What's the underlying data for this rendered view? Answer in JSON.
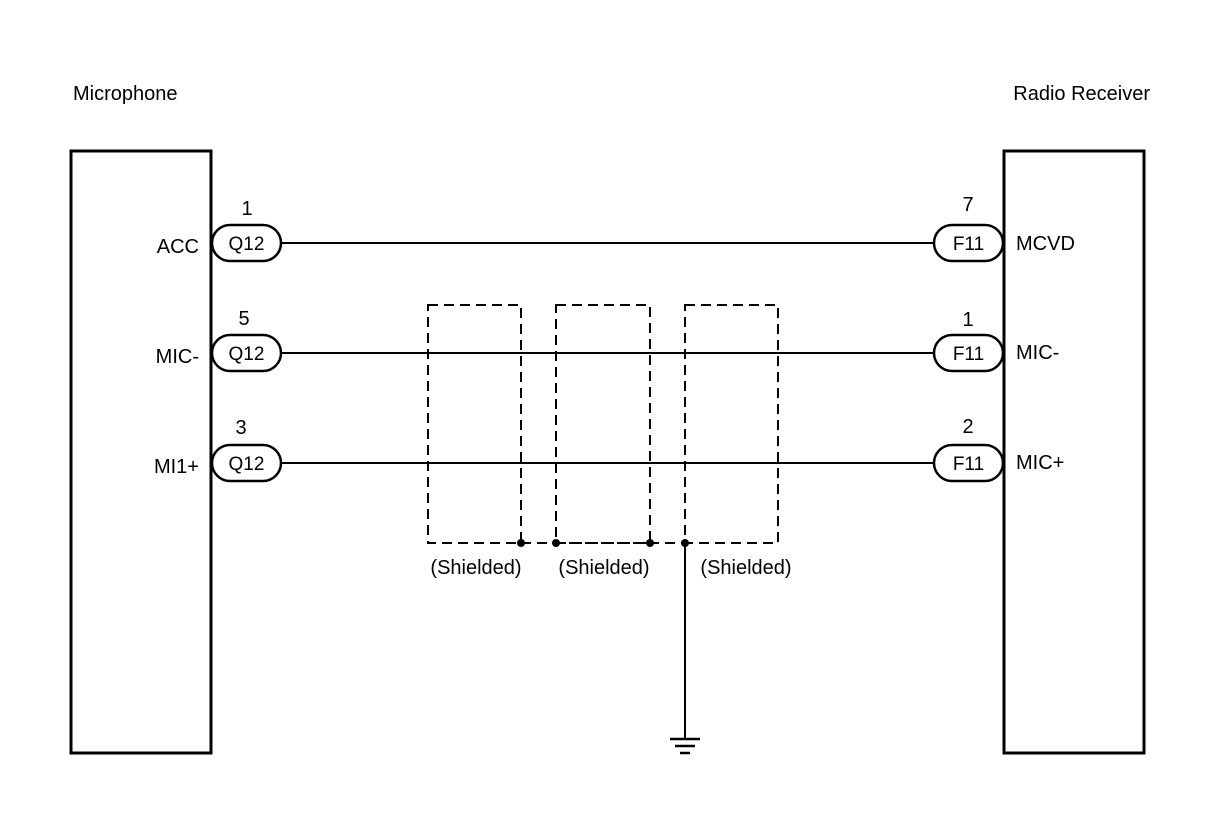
{
  "components": {
    "left": {
      "title": "Microphone",
      "pins": [
        {
          "signal": "ACC",
          "connector": "Q12",
          "pin": "1"
        },
        {
          "signal": "MIC-",
          "connector": "Q12",
          "pin": "5"
        },
        {
          "signal": "MI1+",
          "connector": "Q12",
          "pin": "3"
        }
      ]
    },
    "right": {
      "title": "Radio Receiver",
      "pins": [
        {
          "signal": "MCVD",
          "connector": "F11",
          "pin": "7"
        },
        {
          "signal": "MIC-",
          "connector": "F11",
          "pin": "1"
        },
        {
          "signal": "MIC+",
          "connector": "F11",
          "pin": "2"
        }
      ]
    }
  },
  "shields": [
    {
      "label": "(Shielded)"
    },
    {
      "label": "(Shielded)"
    },
    {
      "label": "(Shielded)"
    }
  ],
  "ground": {
    "icon": "ground-icon"
  }
}
